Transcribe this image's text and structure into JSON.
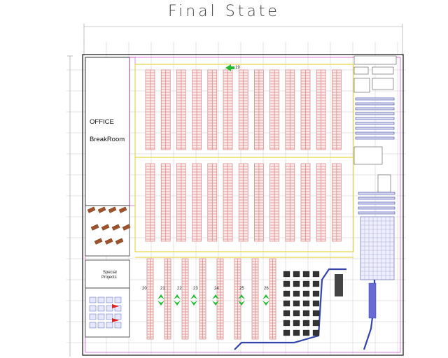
{
  "title": "Final State",
  "rooms": {
    "office": "OFFICE",
    "breakroom": "BreakRoom",
    "special_line1": "Special",
    "special_line2": "Projects"
  },
  "marker": "19",
  "aisle_numbers": [
    "20",
    "21",
    "22",
    "23",
    "24",
    "25",
    "26"
  ],
  "colors": {
    "rack": "#d88080",
    "wall": "#333333",
    "magenta": "#cc44cc",
    "yellow": "#e8d84a",
    "blue": "#3344aa",
    "green": "#22bb33"
  }
}
